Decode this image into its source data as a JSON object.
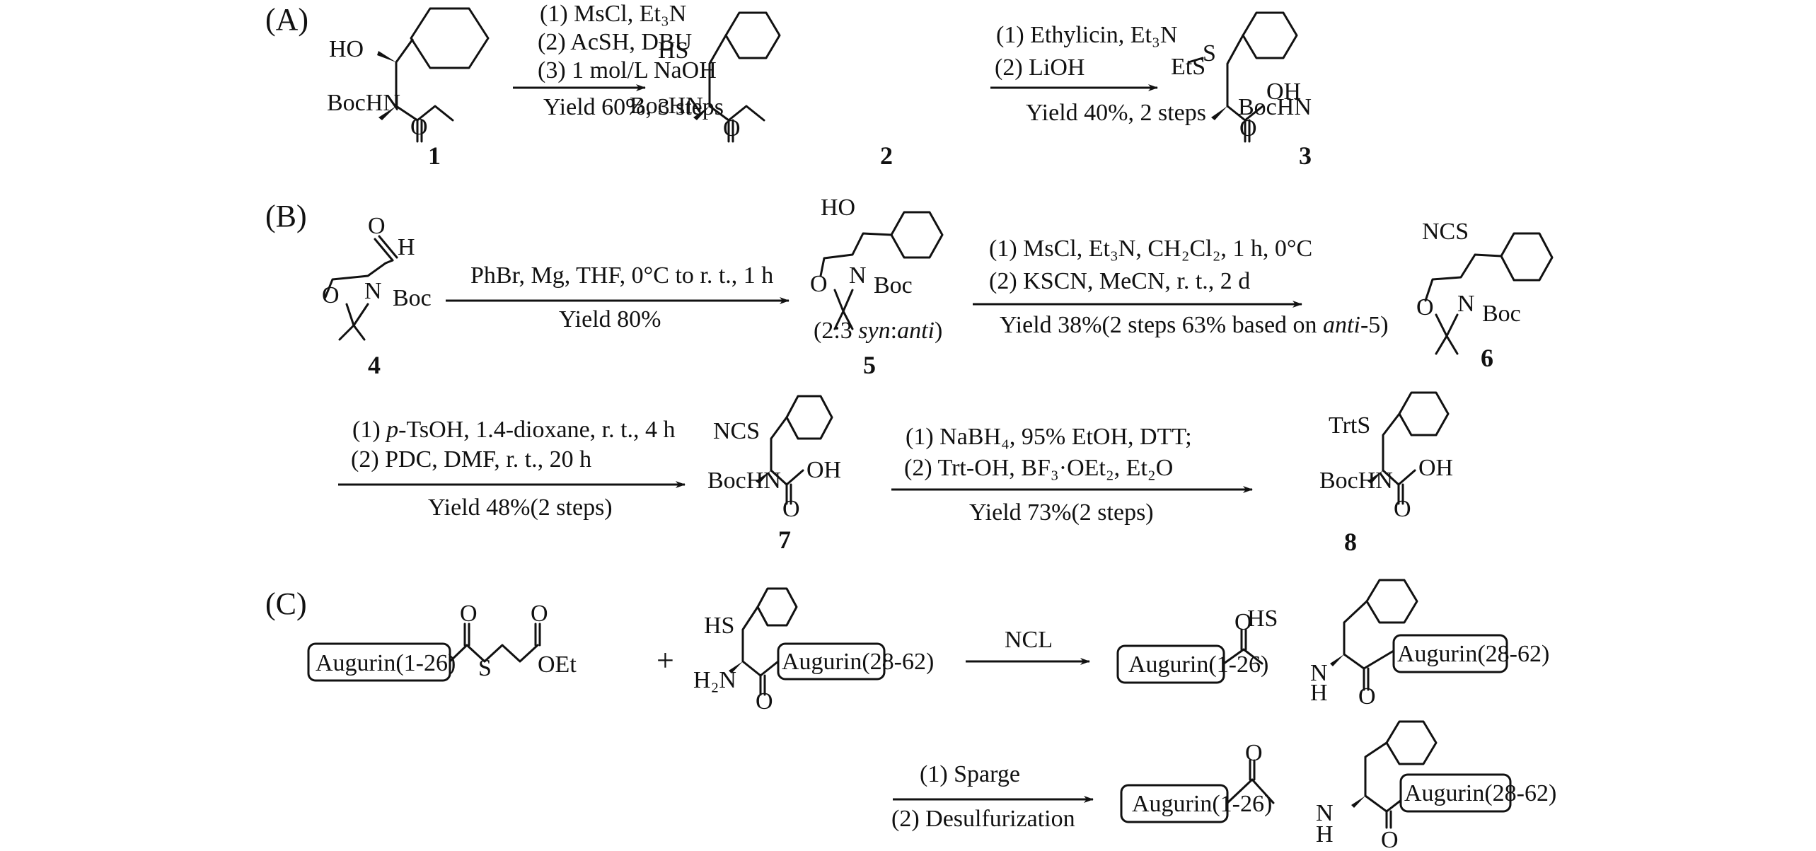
{
  "panels": [
    {
      "label": "(A)",
      "steps": [
        {
          "reagents": [
            "(1) MsCl, Et₃N",
            "(2) AcSH, DBU",
            "(3) 1 mol/L NaOH"
          ],
          "yield": "Yield 60%, 3 steps"
        },
        {
          "reagents": [
            "(1) Ethylicin, Et₃N",
            "(2) LiOH"
          ],
          "yield": "Yield 40%, 2 steps"
        }
      ],
      "compounds": [
        {
          "id": "1",
          "groups": [
            "HO",
            "BocHN",
            "O"
          ]
        },
        {
          "id": "2",
          "groups": [
            "HS",
            "BocHN",
            "O"
          ]
        },
        {
          "id": "3",
          "groups": [
            "EtS",
            "S",
            "BocHN",
            "OH",
            "O"
          ]
        }
      ]
    },
    {
      "label": "(B)",
      "steps": [
        {
          "reagents": [
            "PhBr, Mg, THF, 0°C to r. t., 1 h"
          ],
          "yield": "Yield 80%"
        },
        {
          "reagents": [
            "(1) MsCl, Et₃N, CH₂Cl₂, 1 h, 0°C",
            "(2) KSCN, MeCN, r. t., 2 d"
          ],
          "yield_prefix": "Yield 38%(2 steps 63% based on ",
          "yield_italic": "anti",
          "yield_suffix": "-5)"
        },
        {
          "reagents_prefix": "(1) ",
          "reagents_italic": "p",
          "reagents": [
            "-TsOH, 1.4-dioxane, r. t., 4 h",
            "(2) PDC, DMF, r. t., 20 h"
          ],
          "yield": "Yield 48%(2 steps)"
        },
        {
          "reagents": [
            "(1) NaBH₄, 95% EtOH, DTT;",
            "(2) Trt-OH, BF₃·OEt₂, Et₂O"
          ],
          "yield": "Yield 73%(2 steps)"
        }
      ],
      "compounds": [
        {
          "id": "4",
          "groups": [
            "O",
            "H",
            "O",
            "N",
            "Boc"
          ]
        },
        {
          "id": "5",
          "groups": [
            "HO",
            "O",
            "N",
            "Boc"
          ],
          "note_prefix": "(2:3 ",
          "note_italic_1": "syn",
          "note_colon": ":",
          "note_italic_2": "anti",
          "note_suffix": ")"
        },
        {
          "id": "6",
          "groups": [
            "NCS",
            "O",
            "N",
            "Boc"
          ]
        },
        {
          "id": "7",
          "groups": [
            "NCS",
            "BocHN",
            "OH",
            "O"
          ]
        },
        {
          "id": "8",
          "groups": [
            "TrtS",
            "BocHN",
            "OH",
            "O"
          ]
        }
      ]
    },
    {
      "label": "(C)",
      "plus": "+",
      "steps": [
        {
          "reagents": [
            "NCL"
          ]
        },
        {
          "reagents": [
            "(1) Sparge",
            "(2) Desulfurization"
          ]
        }
      ],
      "fragments": {
        "n_term": "Augurin(1-26)",
        "c_term": "Augurin(28-62)"
      },
      "groups": {
        "thioester_O1": "O",
        "thioester_S": "S",
        "ester_O": "O",
        "OEt": "OEt",
        "HS": "HS",
        "H2N": "H₂N",
        "carbonyl_O": "O",
        "N": "N",
        "H": "H"
      }
    }
  ]
}
